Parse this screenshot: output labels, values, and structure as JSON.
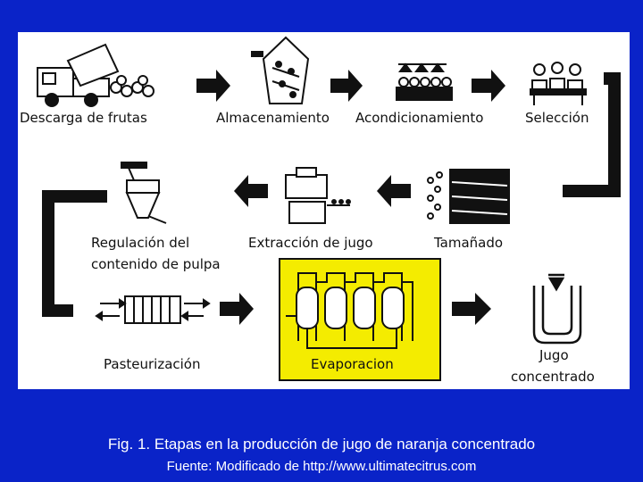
{
  "stages": {
    "descarga": "Descarga de frutas",
    "almacenamiento": "Almacenamiento",
    "acondicionamiento": "Acondicionamiento",
    "seleccion": "Selección",
    "tamanado": "Tamañado",
    "extraccion": "Extracción de jugo",
    "regulacion_1": "Regulación del",
    "regulacion_2": "contenido de pulpa",
    "pasteurizacion": "Pasteurización",
    "evaporacion": "Evaporacion",
    "jugo_1": "Jugo",
    "jugo_2": "concentrado"
  },
  "caption": {
    "title": "Fig. 1. Etapas en la producción de jugo de naranja concentrado",
    "source": "Fuente: Modificado de http://www.ultimatecitrus.com"
  },
  "colors": {
    "background": "#0a23c8",
    "panel": "#ffffff",
    "highlight": "#f4ec00",
    "ink": "#111111"
  },
  "icons": [
    "dump-truck-icon",
    "storage-bin-icon",
    "washer-icon",
    "sorting-workers-icon",
    "sizing-drum-icon",
    "extractor-icon",
    "pulp-hopper-icon",
    "pasteurizer-icon",
    "evaporator-icon",
    "juice-tank-icon",
    "flow-arrow-icon"
  ]
}
